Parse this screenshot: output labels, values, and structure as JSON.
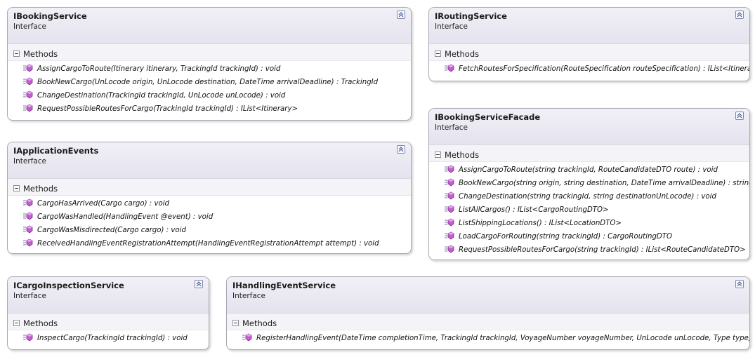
{
  "section_label": "Methods",
  "icon_name": "method-icon",
  "interfaces": [
    {
      "id": "ibookingservice",
      "name": "IBookingService",
      "kind": "Interface",
      "methods": [
        "AssignCargoToRoute(Itinerary itinerary, TrackingId trackingId) : void",
        "BookNewCargo(UnLocode origin, UnLocode destination, DateTime arrivalDeadline) : TrackingId",
        "ChangeDestination(TrackingId trackingId, UnLocode unLocode) : void",
        "RequestPossibleRoutesForCargo(TrackingId trackingId) : IList<Itinerary>"
      ]
    },
    {
      "id": "iroutingservice",
      "name": "IRoutingService",
      "kind": "Interface",
      "methods": [
        "FetchRoutesForSpecification(RouteSpecification routeSpecification) : IList<Itinerary>"
      ]
    },
    {
      "id": "iapplicationevents",
      "name": "IApplicationEvents",
      "kind": "Interface",
      "methods": [
        "CargoHasArrived(Cargo cargo) : void",
        "CargoWasHandled(HandlingEvent @event) : void",
        "CargoWasMisdirected(Cargo cargo) : void",
        "ReceivedHandlingEventRegistrationAttempt(HandlingEventRegistrationAttempt attempt) : void"
      ]
    },
    {
      "id": "ibookingservicefacade",
      "name": "IBookingServiceFacade",
      "kind": "Interface",
      "methods": [
        "AssignCargoToRoute(string trackingId, RouteCandidateDTO route) : void",
        "BookNewCargo(string origin, string destination, DateTime arrivalDeadline) : string",
        "ChangeDestination(string trackingId, string destinationUnLocode) : void",
        "ListAllCargos() : IList<CargoRoutingDTO>",
        "ListShippingLocations() : IList<LocationDTO>",
        "LoadCargoForRouting(string trackingId) : CargoRoutingDTO",
        "RequestPossibleRoutesForCargo(string trackingId) : IList<RouteCandidateDTO>"
      ]
    },
    {
      "id": "icargoinspectionservice",
      "name": "ICargoInspectionService",
      "kind": "Interface",
      "methods": [
        "InspectCargo(TrackingId trackingId) : void"
      ]
    },
    {
      "id": "ihandlingeventservice",
      "name": "IHandlingEventService",
      "kind": "Interface",
      "methods": [
        "RegisterHandlingEvent(DateTime completionTime, TrackingId trackingId, VoyageNumber voyageNumber, UnLocode unLocode, Type type) : void"
      ]
    }
  ]
}
